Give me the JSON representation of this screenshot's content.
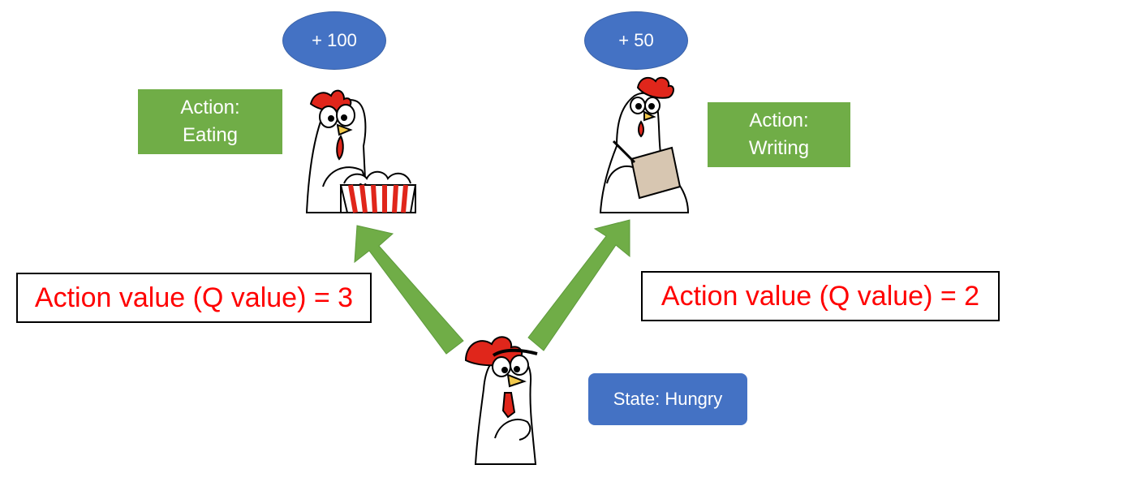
{
  "rewards": {
    "eating": "+ 100",
    "writing": "+ 50"
  },
  "actions": {
    "eating": {
      "line1": "Action:",
      "line2": "Eating"
    },
    "writing": {
      "line1": "Action:",
      "line2": "Writing"
    }
  },
  "q_values": {
    "eating": "Action value (Q value) = 3",
    "writing": "Action value (Q value) = 2"
  },
  "state": {
    "label": "State: Hungry"
  },
  "colors": {
    "reward_ellipse": "#4472c4",
    "action_box": "#70ad47",
    "arrow": "#70ad47",
    "q_text": "#ff0000",
    "state_box": "#4472c4"
  },
  "icons": [
    "chicken-eating-popcorn-icon",
    "chicken-writing-notepad-icon",
    "chicken-thinking-icon",
    "arrow-up-left-icon",
    "arrow-up-right-icon"
  ]
}
